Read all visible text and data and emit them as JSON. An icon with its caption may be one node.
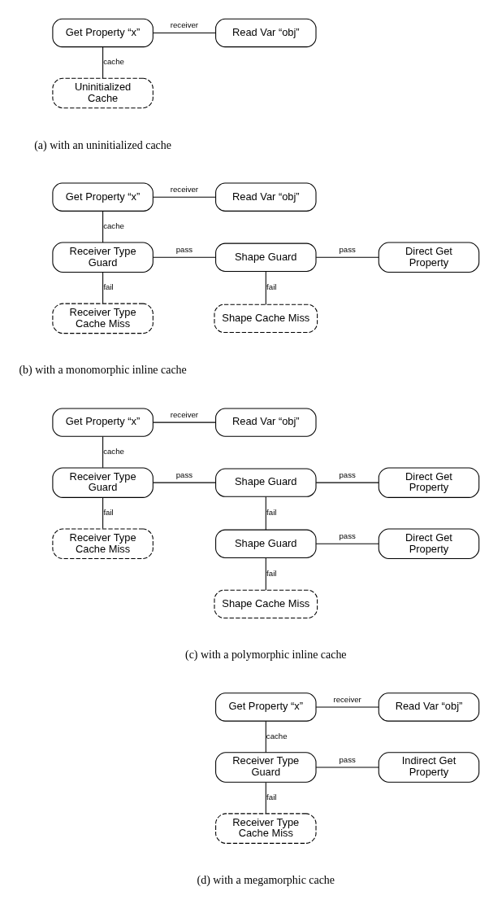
{
  "diagram": {
    "nodes": [
      {
        "text": [
          "Get Property “x”"
        ]
      },
      {
        "text": [
          "Read Var “obj”"
        ]
      },
      {
        "text": [
          "Uninitialized Cache"
        ]
      },
      {
        "text": [
          "Get Property “x”"
        ]
      },
      {
        "text": [
          "Read Var “obj”"
        ]
      },
      {
        "text": [
          "Receiver Type Guard"
        ]
      },
      {
        "text": [
          "Shape Guard"
        ]
      },
      {
        "text": [
          "Direct Get Property"
        ]
      },
      {
        "text": [
          "Receiver Type Cache Miss"
        ]
      },
      {
        "text": [
          "Shape Cache Miss"
        ]
      },
      {
        "text": [
          "Get Property “x”"
        ]
      },
      {
        "text": [
          "Read Var “obj”"
        ]
      },
      {
        "text": [
          "Receiver Type Guard"
        ]
      },
      {
        "text": [
          "Shape Guard"
        ]
      },
      {
        "text": [
          "Direct Get Property"
        ]
      },
      {
        "text": [
          "Receiver Type Cache Miss"
        ]
      },
      {
        "text": [
          "Shape Guard"
        ]
      },
      {
        "text": [
          "Direct Get Property"
        ]
      },
      {
        "text": [
          "Shape Cache Miss"
        ]
      },
      {
        "text": [
          "Get Property “x”"
        ]
      },
      {
        "text": [
          "Read Var “obj”"
        ]
      },
      {
        "text": [
          "Receiver Type Guard"
        ]
      },
      {
        "text": [
          "Indirect Get Property"
        ]
      },
      {
        "text": [
          "Receiver Type Cache Miss"
        ]
      }
    ],
    "edges": [
      {
        "from": 0,
        "to": 1,
        "arrow": "none",
        "label": "receiver"
      },
      {
        "from": 0,
        "to": 2,
        "arrow": "none",
        "label": "cache"
      },
      {
        "from": 3,
        "to": 4,
        "arrow": "none",
        "label": "receiver"
      },
      {
        "from": 3,
        "to": 5,
        "arrow": "none",
        "label": "cache"
      },
      {
        "from": 5,
        "to": 6,
        "arrow": "none",
        "label": "pass"
      },
      {
        "from": 6,
        "to": 7,
        "arrow": "none",
        "label": "pass"
      },
      {
        "from": 5,
        "to": 8,
        "arrow": "none",
        "label": "fail"
      },
      {
        "from": 6,
        "to": 9,
        "arrow": "none",
        "label": "fail"
      },
      {
        "from": 10,
        "to": 11,
        "arrow": "none",
        "label": "receiver"
      },
      {
        "from": 10,
        "to": 12,
        "arrow": "none",
        "label": "cache"
      },
      {
        "from": 12,
        "to": 13,
        "arrow": "none",
        "label": "pass"
      },
      {
        "from": 13,
        "to": 14,
        "arrow": "none",
        "label": "pass"
      },
      {
        "from": 12,
        "to": 15,
        "arrow": "none",
        "label": "fail"
      },
      {
        "from": 13,
        "to": 16,
        "arrow": "none",
        "label": "fail"
      },
      {
        "from": 16,
        "to": 17,
        "arrow": "none",
        "label": "pass"
      },
      {
        "from": 16,
        "to": 18,
        "arrow": "none",
        "label": "fail"
      },
      {
        "from": 19,
        "to": 20,
        "arrow": "none",
        "label": "receiver"
      },
      {
        "from": 19,
        "to": 21,
        "arrow": "none",
        "label": "cache"
      },
      {
        "from": 21,
        "to": 22,
        "arrow": "none",
        "label": "pass"
      },
      {
        "from": 21,
        "to": 23,
        "arrow": "none",
        "label": "fail"
      }
    ],
    "labels": [
      "(a) with an uninitialized cache",
      "(b) with a monomorphic inline cache",
      "(c) with a polymorphic inline cache",
      "(d) with a megamorphic cache"
    ]
  }
}
